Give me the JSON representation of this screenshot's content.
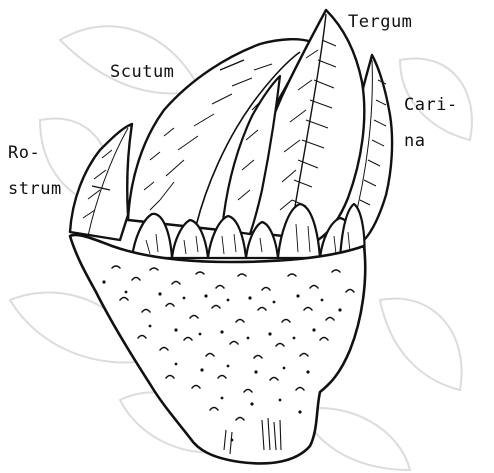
{
  "labels": {
    "tergum": "Tergum",
    "scutum": "Scutum",
    "carina_top": "Cari-",
    "carina_bottom": "na",
    "rostrum_top": "Ro-",
    "rostrum_bottom": "strum"
  },
  "colors": {
    "ink": "#111111",
    "paper": "#ffffff",
    "watermark": "#d9d9d9"
  }
}
